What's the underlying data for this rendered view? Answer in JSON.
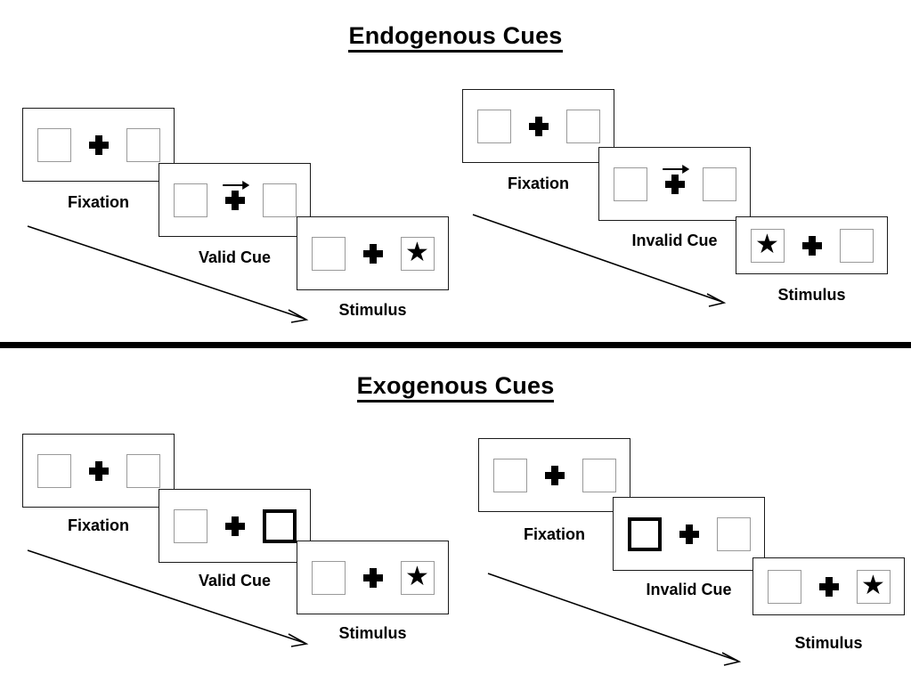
{
  "sections": [
    {
      "id": "endogenous",
      "title": "Endogenous Cues",
      "groups": [
        {
          "id": "endogenous-valid",
          "panels": [
            {
              "id": "fixation",
              "caption": "Fixation",
              "cue": "none",
              "left_box": "empty",
              "right_box": "empty"
            },
            {
              "id": "cue",
              "caption": "Valid Cue",
              "cue": "arrow-right",
              "left_box": "empty",
              "right_box": "empty"
            },
            {
              "id": "stimulus",
              "caption": "Stimulus",
              "cue": "none",
              "left_box": "empty",
              "right_box": "star"
            }
          ]
        },
        {
          "id": "endogenous-invalid",
          "panels": [
            {
              "id": "fixation",
              "caption": "Fixation",
              "cue": "none",
              "left_box": "empty",
              "right_box": "empty"
            },
            {
              "id": "cue",
              "caption": "Invalid Cue",
              "cue": "arrow-right",
              "left_box": "empty",
              "right_box": "empty"
            },
            {
              "id": "stimulus",
              "caption": "Stimulus",
              "cue": "none",
              "left_box": "star",
              "right_box": "empty"
            }
          ]
        }
      ]
    },
    {
      "id": "exogenous",
      "title": "Exogenous Cues",
      "groups": [
        {
          "id": "exogenous-valid",
          "panels": [
            {
              "id": "fixation",
              "caption": "Fixation",
              "cue": "none",
              "left_box": "empty",
              "right_box": "empty"
            },
            {
              "id": "cue",
              "caption": "Valid Cue",
              "cue": "none",
              "left_box": "empty",
              "right_box": "highlighted"
            },
            {
              "id": "stimulus",
              "caption": "Stimulus",
              "cue": "none",
              "left_box": "empty",
              "right_box": "star"
            }
          ]
        },
        {
          "id": "exogenous-invalid",
          "panels": [
            {
              "id": "fixation",
              "caption": "Fixation",
              "cue": "none",
              "left_box": "empty",
              "right_box": "empty"
            },
            {
              "id": "cue",
              "caption": "Invalid Cue",
              "cue": "none",
              "left_box": "highlighted",
              "right_box": "empty"
            },
            {
              "id": "stimulus",
              "caption": "Stimulus",
              "cue": "none",
              "left_box": "empty",
              "right_box": "star"
            }
          ]
        }
      ]
    }
  ],
  "glyphs": {
    "star": "★"
  },
  "colors": {
    "ink": "#000000",
    "panel_border": "#1a1a1a",
    "box_border": "#9a9a9a",
    "cued_box_border": "#000000",
    "background": "#ffffff"
  }
}
